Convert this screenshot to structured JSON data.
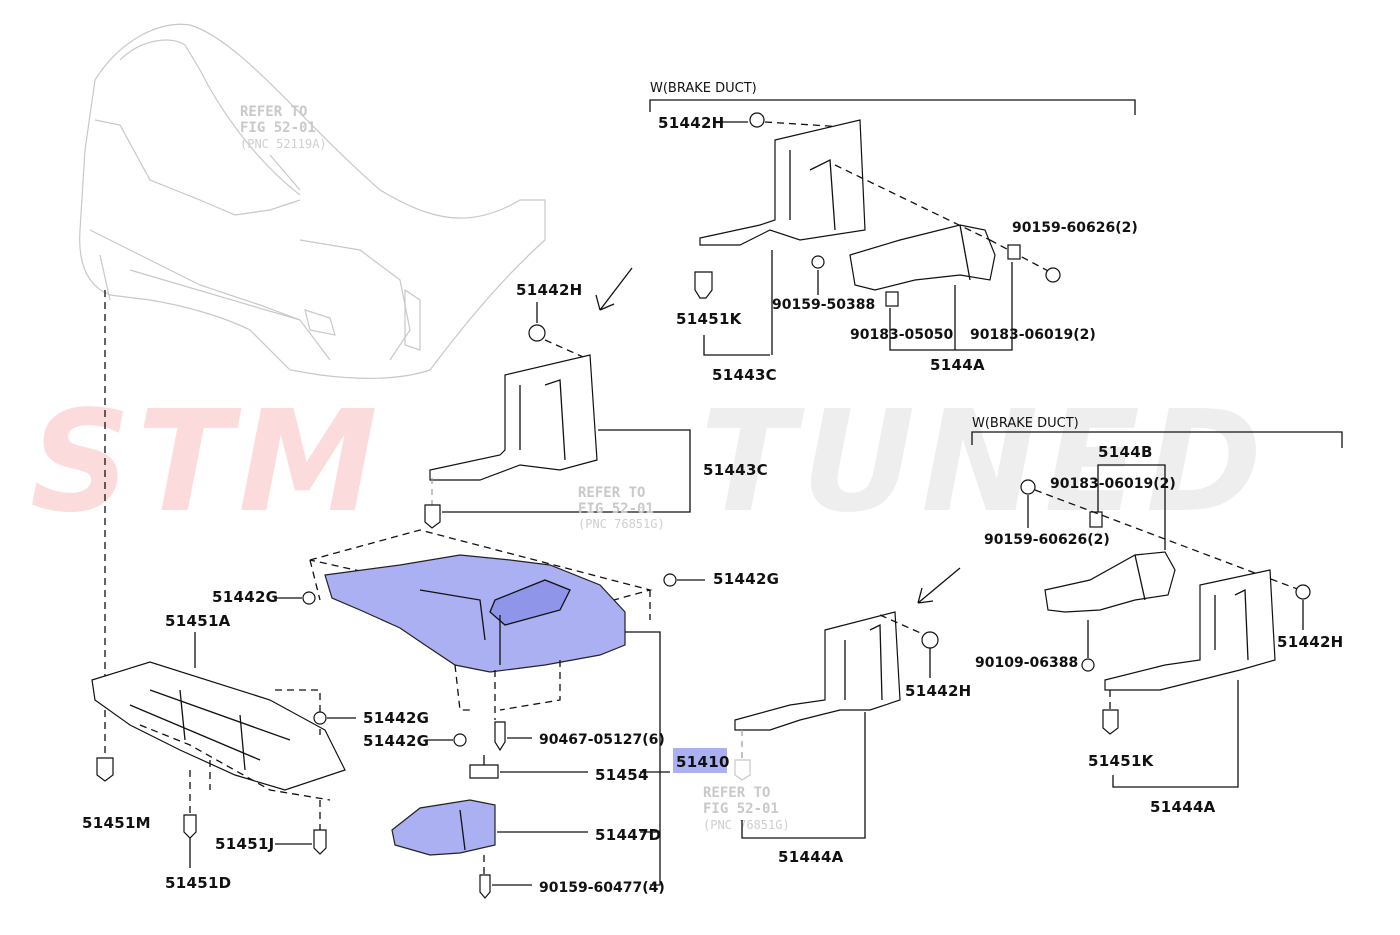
{
  "watermark": {
    "part1": "STM",
    "part2": "TUNED",
    "color1": "#e8242a",
    "color2": "#9a9a9a"
  },
  "highlight_color": "#aab0f2",
  "labels": {
    "brake_duct_top": "W(BRAKE DUCT)",
    "brake_duct_right": "W(BRAKE DUCT)",
    "refer_bumper_1": "REFER TO",
    "refer_bumper_2": "FIG 52-01",
    "refer_bumper_3": "(PNC 52119A)",
    "refer_mid_1": "REFER TO",
    "refer_mid_2": "FIG 52-01",
    "refer_mid_3": "(PNC 76851G)",
    "refer_low_1": "REFER TO",
    "refer_low_2": "FIG 52-01",
    "refer_low_3": "(PNC 76851G)",
    "p51442H_top": "51442H",
    "p51451K_top": "51451K",
    "p51443C_top": "51443C",
    "p90159_50388": "90159-50388",
    "p90183_05050": "90183-05050",
    "p90159_60626_top": "90159-60626(2)",
    "p90183_06019_top": "90183-06019(2)",
    "p5144A": "5144A",
    "p51442H_mid": "51442H",
    "p51443C_mid": "51443C",
    "p5144B": "5144B",
    "p90183_06019_right": "90183-06019(2)",
    "p90159_60626_right": "90159-60626(2)",
    "p51442H_right": "51442H",
    "p90109_06388": "90109-06388",
    "p51451K_right": "51451K",
    "p51444A_right": "51444A",
    "p51442G_left": "51442G",
    "p51442G_right": "51442G",
    "p51451A": "51451A",
    "p51442G_a": "51442G",
    "p51442G_b": "51442G",
    "p90467_05127": "90467-05127(6)",
    "p51410": "51410",
    "p51454": "51454",
    "p51447D": "51447D",
    "p90159_60477": "90159-60477(4)",
    "p51442H_center": "51442H",
    "p51444A_center": "51444A",
    "p51451M": "51451M",
    "p51451J": "51451J",
    "p51451D": "51451D"
  }
}
